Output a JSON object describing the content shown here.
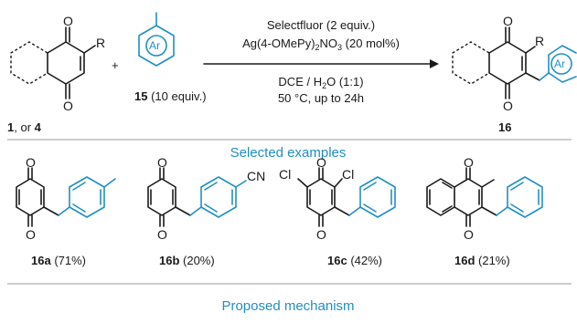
{
  "reaction": {
    "reactant_labels": {
      "compound_1": "1",
      "separator": ", or ",
      "compound_4": "4"
    },
    "plus_sign": "+",
    "arene_ring_label": "Ar",
    "arene_compound_label": "15",
    "arene_equiv": " (10 equiv.)",
    "reactant_substituent": "R",
    "conditions_above": {
      "line1": "Selectfluor (2 equiv.)",
      "line2_main": "Ag(4-OMePy)",
      "line2_sub": "2",
      "line2_rest": "NO",
      "line2_sub2": "3",
      "line2_tail": " (20 mol%)"
    },
    "conditions_below": {
      "line1": "DCE / H",
      "line1_sub": "2",
      "line1_tail": "O (1:1)",
      "line2": "50 °C, up to 24h"
    },
    "product_label": "16",
    "product_substituent": "R",
    "product_ring_label": "Ar"
  },
  "sections": {
    "selected_examples": "Selected examples",
    "proposed_mechanism": "Proposed mechanism"
  },
  "examples": [
    {
      "id": "16a",
      "yield": " (71%)"
    },
    {
      "id": "16b",
      "yield": " (20%)",
      "substituent": "CN"
    },
    {
      "id": "16c",
      "yield": " (42%)",
      "chloro_left": "Cl",
      "chloro_right": "Cl"
    },
    {
      "id": "16d",
      "yield": " (21%)"
    }
  ],
  "atom_symbol_oxygen": "O",
  "colors": {
    "accent": "#1f8fc4",
    "text": "#1a1a1a",
    "divider": "#9a9a9a"
  }
}
